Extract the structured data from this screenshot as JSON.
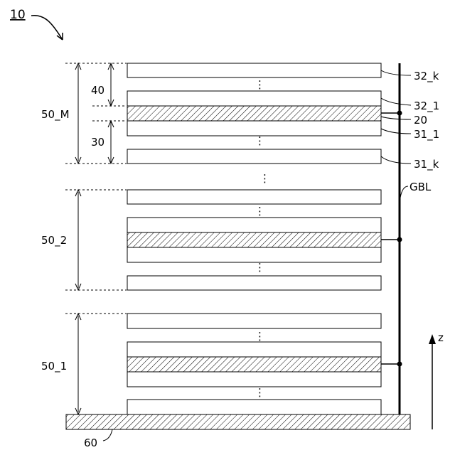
{
  "figure_ref": "10",
  "stacks": [
    {
      "name": "50_M"
    },
    {
      "name": "50_2"
    },
    {
      "name": "50_1"
    }
  ],
  "labels": {
    "r32k": "32_k",
    "r321": "32_1",
    "r20": "20",
    "r311": "31_1",
    "r31k": "31_k",
    "gbl": "GBL",
    "d40": "40",
    "d30": "30",
    "substrate": "60",
    "axis": "z"
  },
  "ellipsis": "⋮"
}
